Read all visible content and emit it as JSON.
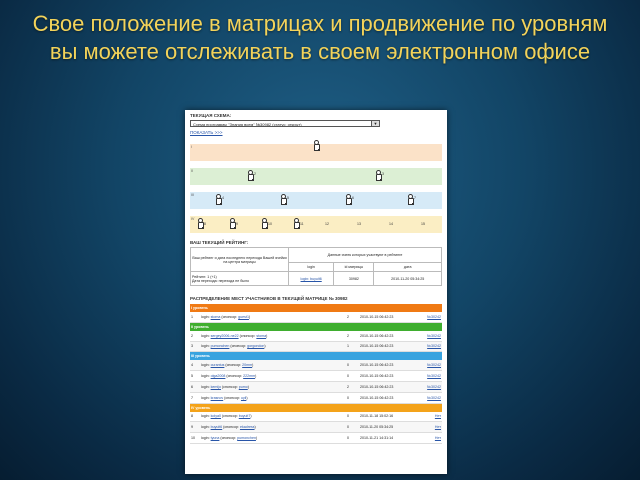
{
  "slide": {
    "title": "Свое положение в матрицах и продвижение по уровням вы можете отслеживать в своем электронном офисе"
  },
  "office": {
    "current_scheme_label": "ТЕКУЩАЯ СХЕМА:",
    "scheme_select_value": "Схема программы \"Знания всем\" №30982 (статус: открыт)",
    "show_link": "ПОКАЗАТЬ >>>",
    "matrix": {
      "bands": [
        {
          "roman": "I",
          "color": "#fbe2c8"
        },
        {
          "roman": "II",
          "color": "#dcefd4"
        },
        {
          "roman": "III",
          "color": "#d6eaf7"
        },
        {
          "roman": "IV",
          "color": "#fbeec4"
        }
      ],
      "numbers_level3": [
        "4",
        "5",
        "6",
        "7"
      ],
      "numbers_level4": [
        "8",
        "9",
        "10",
        "11",
        "12",
        "13",
        "14",
        "15"
      ],
      "numbers_level2": [
        "2",
        "3"
      ]
    },
    "rating": {
      "title": "ВАШ ТЕКУЩИЙ РЕЙТИНГ:",
      "col_left_header": "Ваш рейтинг и дата последнего перехода Вашей ячейки на центра матрицы",
      "col_right_header": "Данные ячеек которых участвуют в рейтинге",
      "subheaders": [
        "login",
        "id матрицы",
        "дата"
      ],
      "rating_value": "Рейтинг: 1 (+1)",
      "transition_value": "Дата перехода: перехода не было",
      "login_value": "login: buyuit6",
      "matrix_id_value": "30982",
      "date_value": "2010-11-20 05:34:25"
    },
    "distribution": {
      "title": "РАСПРЕДЕЛЕНИЕ МЕСТ УЧАСТНИКОВ В ТЕКУЩЕЙ МАТРИЦЕ № 30982",
      "levels": [
        {
          "label": "I уровень",
          "rows": [
            {
              "n": "1",
              "login": "stoma",
              "sponsor": "guest1",
              "count": "2",
              "date": "2010-10-15 06:42:23",
              "ref": "№30242"
            }
          ]
        },
        {
          "label": "II уровень",
          "rows": [
            {
              "n": "2",
              "login": "sergey2006-ne22",
              "sponsor": "stoma",
              "count": "2",
              "date": "2010-10-15 06:42:23",
              "ref": "№30242"
            },
            {
              "n": "3",
              "login": "pumonchen",
              "sponsor": "gorgondon",
              "count": "1",
              "date": "2010-10-15 06:42:23",
              "ref": "№30242"
            }
          ]
        },
        {
          "label": "III уровень",
          "rows": [
            {
              "n": "4",
              "login": "curantus",
              "sponsor": "20mm",
              "count": "0",
              "date": "2010-10-15 06:42:23",
              "ref": "№30242"
            },
            {
              "n": "5",
              "login": "olga2008",
              "sponsor": "222mm",
              "count": "0",
              "date": "2010-10-15 06:42:23",
              "ref": "№30242"
            },
            {
              "n": "6",
              "login": "kemijo",
              "sponsor": "pumo",
              "count": "2",
              "date": "2010-10-15 06:42:23",
              "ref": "№30242"
            },
            {
              "n": "7",
              "login": "krasnov",
              "sponsor": "uyli",
              "count": "0",
              "date": "2010-10-15 06:42:23",
              "ref": "№30242"
            }
          ]
        },
        {
          "label": "IV уровень",
          "rows": [
            {
              "n": "8",
              "login": "kolya0",
              "sponsor": "buyuit7",
              "count": "0",
              "date": "2010-11-18 15:02:16",
              "ref": "Нет"
            },
            {
              "n": "9",
              "login": "buyuit6",
              "sponsor": "ekadress",
              "count": "0",
              "date": "2010-11-20 05:34:25",
              "ref": "Нет"
            },
            {
              "n": "10",
              "login": "tyuna",
              "sponsor": "pumonchen",
              "count": "0",
              "date": "2010-11-21 14:31:14",
              "ref": "Нет"
            }
          ]
        }
      ]
    }
  }
}
